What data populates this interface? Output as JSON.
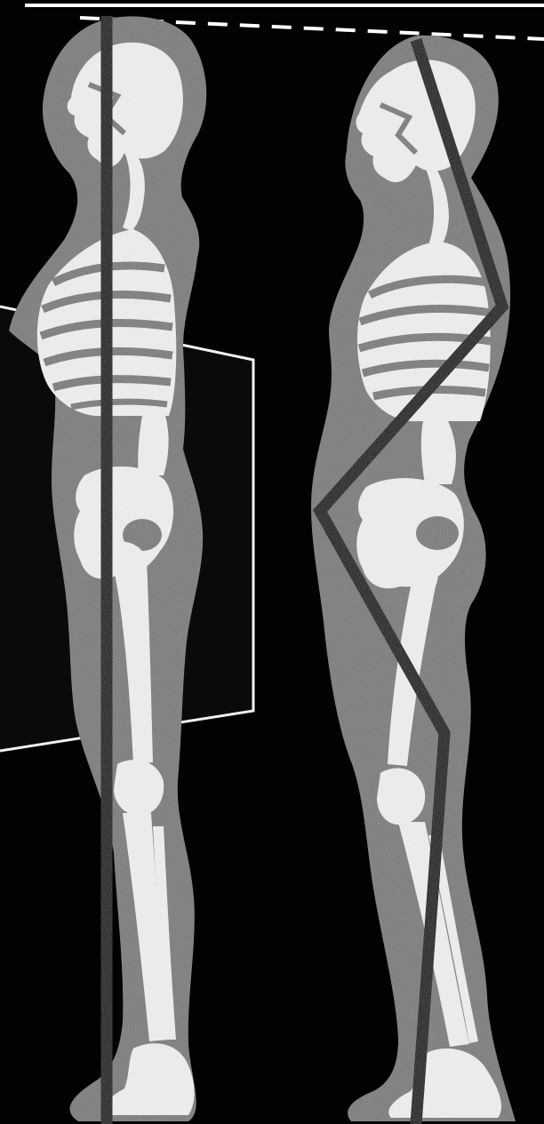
{
  "diagram": {
    "figures": [
      {
        "id": "good-posture",
        "alignment": "straight"
      },
      {
        "id": "poor-posture",
        "alignment": "zigzag"
      }
    ]
  },
  "colors": {
    "background": "#020202",
    "silhouette": "#7d7d7d",
    "bone": "#efefef",
    "alignment_line": "#000000",
    "reference_line": "#ffffff",
    "plane": "#0a0a0a",
    "plane_edge": "#f2f2f2"
  }
}
